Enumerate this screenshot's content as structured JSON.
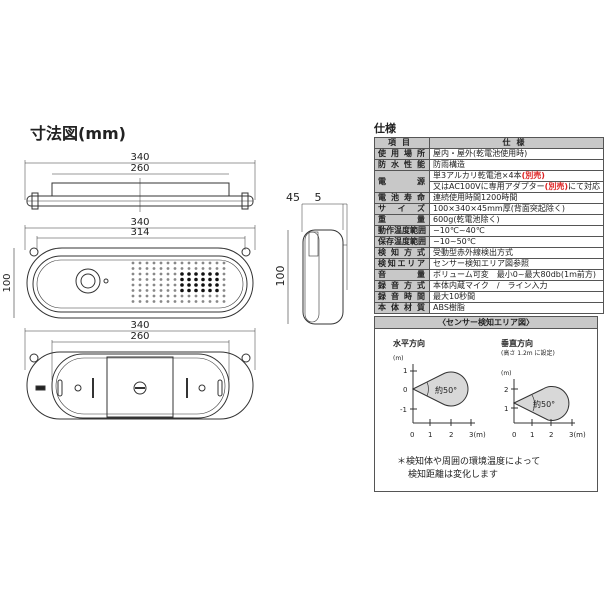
{
  "dimensions": {
    "title": "寸法図(mm)",
    "top_view": {
      "width_total": "340",
      "width_inner": "260"
    },
    "front_view": {
      "width_total": "340",
      "width_inner": "314",
      "height": "100"
    },
    "side_view": {
      "depth": "45",
      "offset": "5",
      "height": "100"
    },
    "bottom_view": {
      "width_total": "340",
      "width_inner": "260"
    }
  },
  "spec": {
    "title": "仕様",
    "header": {
      "item": "項目",
      "value": "仕様"
    },
    "rows": [
      {
        "label": "使用場所",
        "value": "屋内・屋外(乾電池使用時)"
      },
      {
        "label": "防水性能",
        "value": "防雨構造"
      },
      {
        "label": "電源",
        "value": "単3アルカリ乾電池×4本",
        "note": "(別売)",
        "value2": "又はAC100Vに専用アダプター",
        "note2": "(別売)",
        "value2_tail": "にて対応"
      },
      {
        "label": "電池寿命",
        "value": "連続使用時間1200時間"
      },
      {
        "label": "サイズ",
        "value": "100×340×45mm厚(背面突起除く)"
      },
      {
        "label": "重量",
        "value": "600g(乾電池除く)"
      },
      {
        "label": "動作温度範囲",
        "value": "−10℃~40℃"
      },
      {
        "label": "保存温度範囲",
        "value": "−10~50℃"
      },
      {
        "label": "検知方式",
        "value": "受動型赤外線検出方式"
      },
      {
        "label": "検知エリア",
        "value": "センサー検知エリア図参照"
      },
      {
        "label": "音量",
        "value": "ボリューム可変　最小0~最大80db(1m前方)"
      },
      {
        "label": "録音方式",
        "value": "本体内蔵マイク　/　ライン入力"
      },
      {
        "label": "録音時間",
        "value": "最大10秒間"
      },
      {
        "label": "本体材質",
        "value": "ABS樹脂"
      }
    ],
    "note_color": "#dd2222"
  },
  "sensor_area": {
    "title": "〈センサー検知エリア図〉",
    "horizontal": {
      "title": "水平方向",
      "unit": "(m)",
      "y_ticks": [
        "1",
        "0",
        "-1"
      ],
      "x_ticks": [
        "0",
        "1",
        "2",
        "3(m)"
      ],
      "angle": "約50°"
    },
    "vertical": {
      "title": "垂直方向",
      "subtitle": "(高さ 1.2m に設定)",
      "unit": "(m)",
      "y_ticks": [
        "2",
        "1"
      ],
      "x_ticks": [
        "0",
        "1",
        "2",
        "3(m)"
      ],
      "angle": "約50°"
    },
    "note_line1": "＊検知体や周囲の環境温度によって",
    "note_line2": "検知距離は変化します"
  }
}
